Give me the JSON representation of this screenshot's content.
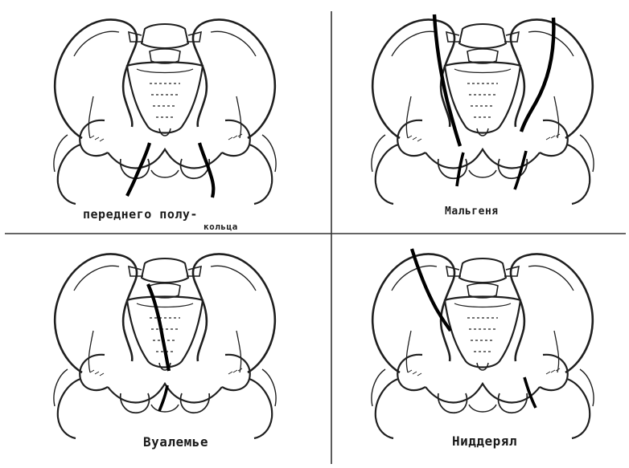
{
  "panels": [
    {
      "label_line1": "переднего полу-",
      "label_line2": "кольца"
    },
    {
      "label": "Мальгеня"
    },
    {
      "label": "Вуалемье"
    },
    {
      "label": "Ниддерял"
    }
  ],
  "colors": {
    "line": "#1f1f1f",
    "fracture": "#000000",
    "divider": "#333333",
    "background": "#ffffff"
  }
}
